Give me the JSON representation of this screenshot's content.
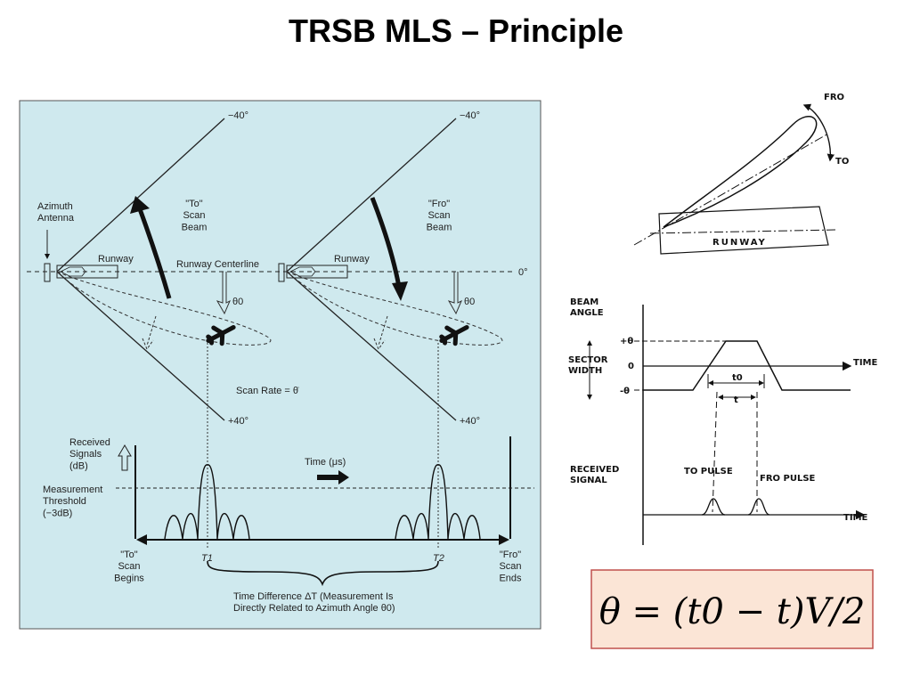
{
  "title": "TRSB MLS – Principle",
  "left_figure": {
    "background": "#cfe9ee",
    "azimuth_antenna": "Azimuth\nAntenna",
    "to_scan_beam": "\"To\"\nScan\nBeam",
    "fro_scan_beam": "\"Fro\"\nScan\nBeam",
    "runway": "Runway",
    "runway_centerline": "Runway Centerline",
    "theta0": "θ0",
    "scan_rate": "Scan Rate = θ̇",
    "minus40": "−40°",
    "plus40": "+40°",
    "zero_deg": "0°",
    "received_signals": "Received\nSignals\n(dB)",
    "measurement_threshold": "Measurement\nThreshold\n(−3dB)",
    "time": "Time (μs)",
    "t1": "T1",
    "t2": "T2",
    "to_scan_begins": "\"To\"\nScan\nBegins",
    "fro_scan_ends": "\"Fro\"\nScan\nEnds",
    "time_difference": "Time Difference ΔT (Measurement Is\nDirectly Related to Azimuth Angle θ0)"
  },
  "top_right_figure": {
    "fro": "FRO",
    "to": "TO",
    "runway": "RUNWAY"
  },
  "timing_figure": {
    "beam_angle": "BEAM\nANGLE",
    "sector_width": "SECTOR\nWIDTH",
    "plus_theta": "+θ",
    "zero": "0",
    "minus_theta": "-θ",
    "time": "TIME",
    "t0": "t0",
    "t": "t",
    "received_signal": "RECEIVED\nSIGNAL",
    "to_pulse": "TO PULSE",
    "fro_pulse": "FRO PULSE",
    "time2": "TIME"
  },
  "equation": {
    "text": "θ = (t0 − t)V/2",
    "background": "#fbe5d6",
    "border": "#c0504d"
  }
}
